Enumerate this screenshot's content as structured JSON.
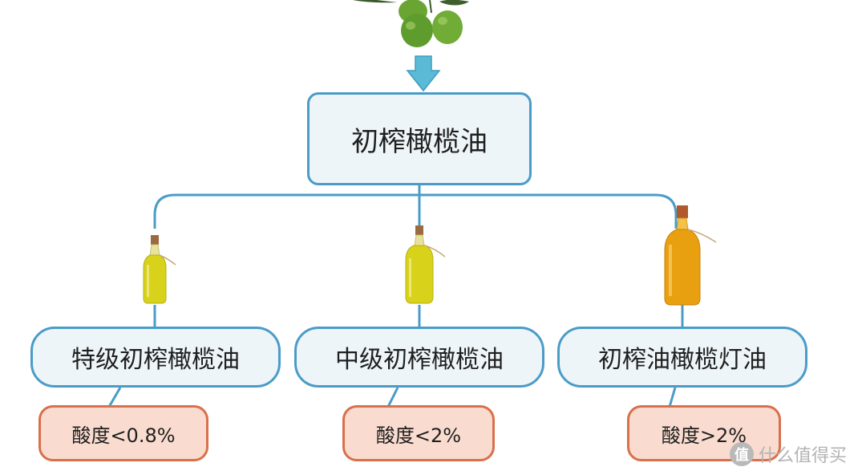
{
  "root": {
    "label": "初榨橄榄油"
  },
  "grades": [
    {
      "label": "特级初榨橄榄油",
      "acidity": "酸度<0.8%"
    },
    {
      "label": "中级初榨橄榄油",
      "acidity": "酸度<2%"
    },
    {
      "label": "初榨油橄榄灯油",
      "acidity": "酸度>2%"
    }
  ],
  "watermark": {
    "logo": "值",
    "text": "什么值得买"
  },
  "colors": {
    "connector": "#4a9cc7",
    "arrow": "#5bbad6",
    "node_fill": "#eef5f9",
    "acidity_fill": "#f9dccf",
    "acidity_border": "#d9704c",
    "oil_light": "#d8d21a",
    "oil_dark": "#e9a010"
  },
  "icons": [
    "olives-image",
    "down-arrow-icon",
    "olive-oil-bottle-icon"
  ]
}
